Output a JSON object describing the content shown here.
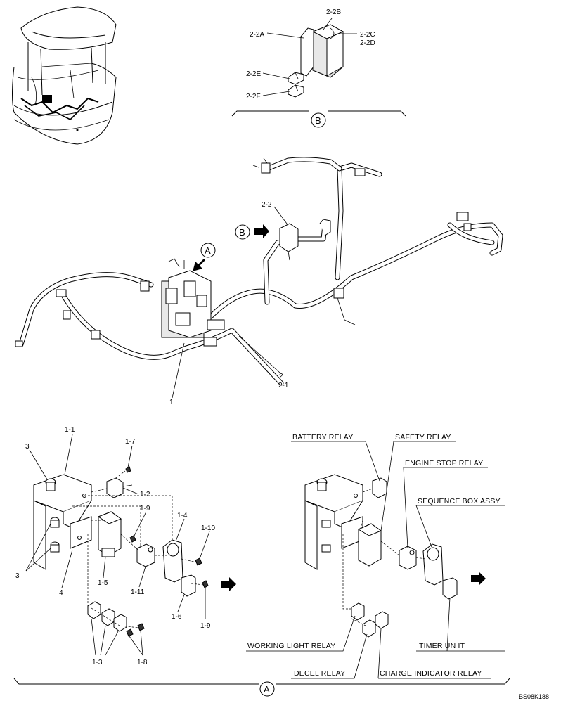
{
  "callouts": {
    "B": "B",
    "A": "A"
  },
  "section_b": {
    "labels": [
      "2-2B",
      "2-2A",
      "2-2C",
      "2-2D",
      "2-2E",
      "2-2F"
    ]
  },
  "main_harness": {
    "labels": [
      "2-2",
      "2",
      "2-1",
      "1"
    ]
  },
  "section_a_left": {
    "labels": [
      "1-1",
      "3",
      "1-7",
      "1-2",
      "1-9",
      "1-4",
      "1-10",
      "3",
      "4",
      "1-5",
      "1-11",
      "1-9",
      "1-6",
      "1-3",
      "1-8"
    ]
  },
  "section_a_right": {
    "relay_labels": [
      "BATTERY RELAY",
      "SAFETY RELAY",
      "ENGINE STOP RELAY",
      "SEQUENCE BOX ASSY",
      "WORKING LIGHT RELAY",
      "TIMER UN IT",
      "DECEL RELAY",
      "CHARGE INDICATOR RELAY"
    ]
  },
  "drawing_code": "BS08K188"
}
